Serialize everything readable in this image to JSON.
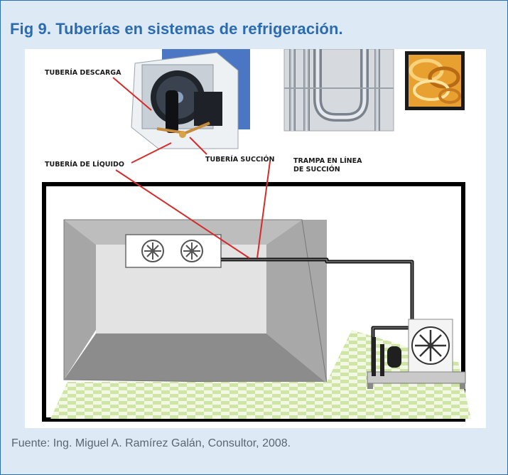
{
  "figure": {
    "title": "Fig 9. Tuberías en sistemas de refrigeración.",
    "labels": {
      "discharge": "TUBERÍA DESCARGA",
      "liquid": "TUBERÍA DE LÍQUIDO",
      "suction": "TUBERÍA SUCCIÓN",
      "trap_line1": "TRAMPA EN LÍNEA",
      "trap_line2": "DE SUCCIÓN"
    },
    "caption": "Fuente: Ing. Miguel A. Ramírez Galán, Consultor, 2008."
  },
  "colors": {
    "frame_border": "#2e6fb2",
    "frame_background": "#dde9f5",
    "title": "#2b6cb0",
    "leader_lines": "#d62b2b"
  }
}
